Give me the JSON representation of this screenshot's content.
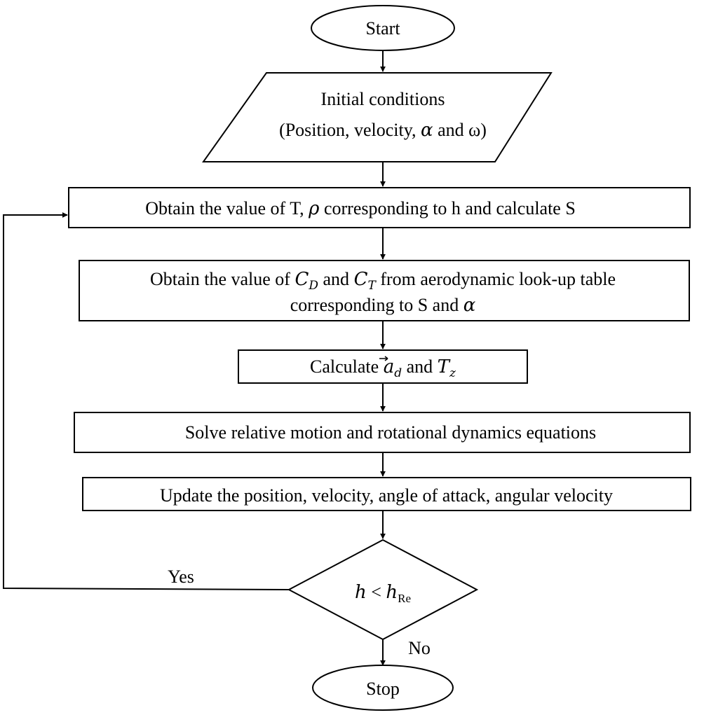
{
  "start": {
    "label": "Start"
  },
  "input": {
    "line1": "Initial  conditions",
    "line2_prefix": "(Position, velocity, ",
    "line2_alpha": "α",
    "line2_suffix": " and ω)"
  },
  "step1": {
    "prefix": "Obtain the value of T, ",
    "rho": "ρ",
    "suffix": " corresponding to h and calculate S"
  },
  "step2": {
    "line1_a": "Obtain the value of ",
    "cd_main": "C",
    "cd_sub": "D",
    "line1_b": " and ",
    "ct_main": "C",
    "ct_sub": "T",
    "line1_c": " from aerodynamic look-up table",
    "line2_a": "corresponding to S and ",
    "line2_alpha": "α"
  },
  "step3": {
    "prefix": "Calculate ",
    "ad_main": "a",
    "ad_sub": "d",
    "mid": " and ",
    "tz_main": "T",
    "tz_sub": "z"
  },
  "step4": {
    "label": "Solve relative  motion and rotational  dynamics equations"
  },
  "step5": {
    "label": "Update the position, velocity, angle of attack, angular  velocity"
  },
  "decision": {
    "h": "h",
    "op": " < ",
    "hre_main": "h",
    "hre_sub": "Re",
    "yes": "Yes",
    "no": "No"
  },
  "stop": {
    "label": "Stop"
  }
}
